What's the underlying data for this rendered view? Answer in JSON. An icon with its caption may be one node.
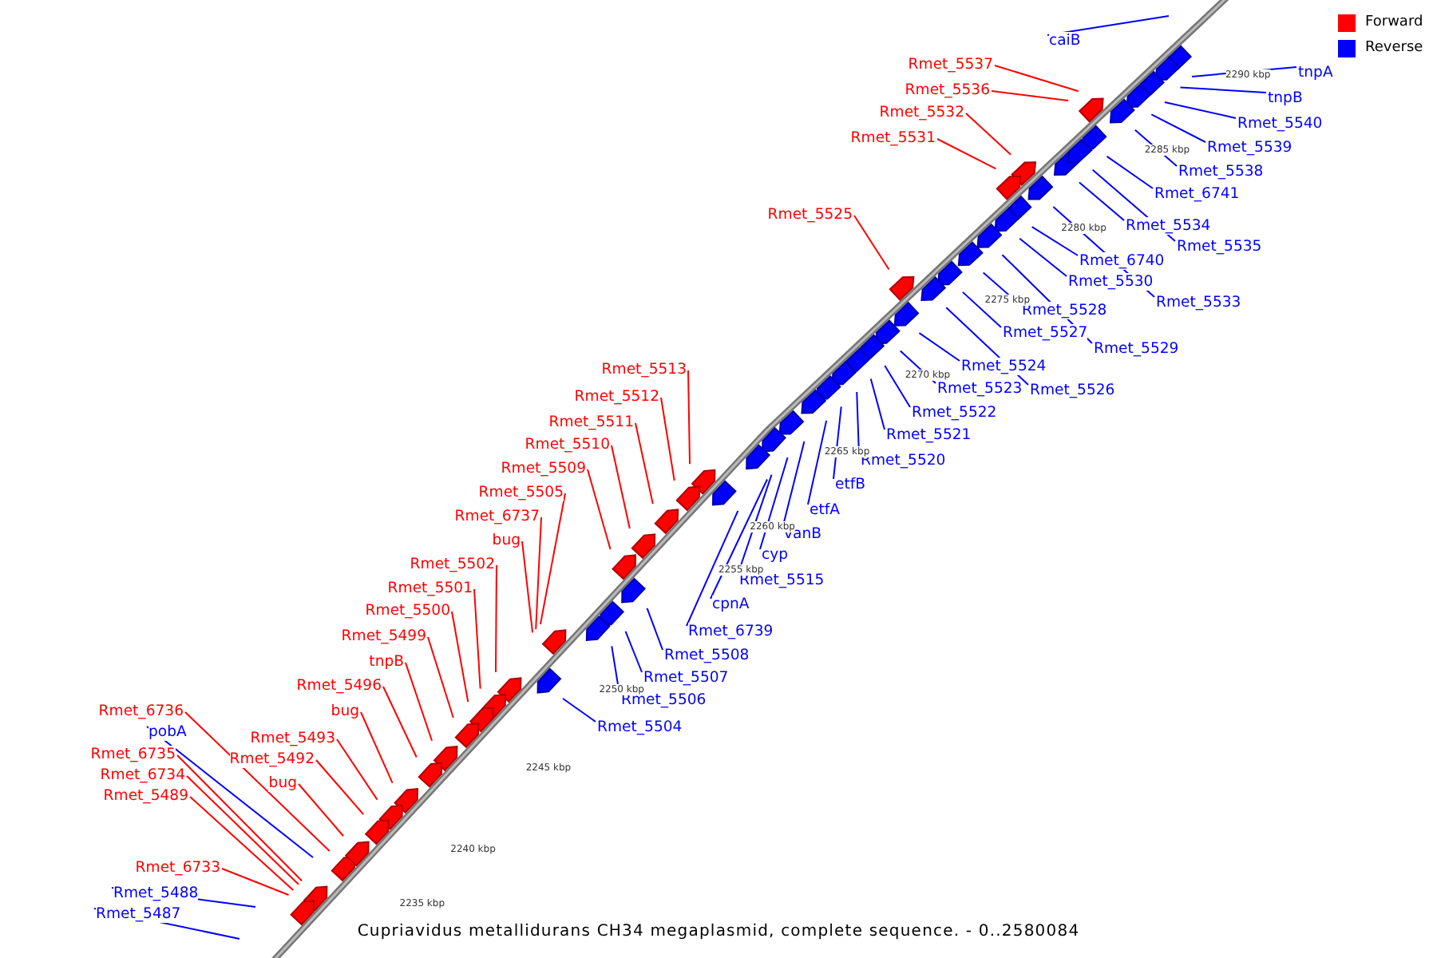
{
  "diagram": {
    "caption": "Cupriavidus metallidurans CH34 megaplasmid, complete sequence. - 0..2580084",
    "nodes": [
      {
        "text": [
          "caiB"
        ]
      },
      {
        "text": [
          "Rmet_5537"
        ]
      },
      {
        "text": [
          "tnpA"
        ]
      },
      {
        "text": [
          "Rmet_5536"
        ]
      },
      {
        "text": [
          "tnpB"
        ]
      },
      {
        "text": [
          "Rmet_5532"
        ]
      },
      {
        "text": [
          "Rmet_5540"
        ]
      },
      {
        "text": [
          "Rmet_5531"
        ]
      },
      {
        "text": [
          "Rmet_5539"
        ]
      },
      {
        "text": [
          "Rmet_5538"
        ]
      },
      {
        "text": [
          "Rmet_6741"
        ]
      },
      {
        "text": [
          "Rmet_5525"
        ]
      },
      {
        "text": [
          "Rmet_5534"
        ]
      },
      {
        "text": [
          "Rmet_5535"
        ]
      },
      {
        "text": [
          "Rmet_6740"
        ]
      },
      {
        "text": [
          "Rmet_5530"
        ]
      },
      {
        "text": [
          "Rmet_5533"
        ]
      },
      {
        "text": [
          "Rmet_5528"
        ]
      },
      {
        "text": [
          "Rmet_5527"
        ]
      },
      {
        "text": [
          "Rmet_5529"
        ]
      },
      {
        "text": [
          "Rmet_5524"
        ]
      },
      {
        "text": [
          "Rmet_5513"
        ]
      },
      {
        "text": [
          "Rmet_5523"
        ]
      },
      {
        "text": [
          "Rmet_5526"
        ]
      },
      {
        "text": [
          "Rmet_5512"
        ]
      },
      {
        "text": [
          "Rmet_5522"
        ]
      },
      {
        "text": [
          "Rmet_5511"
        ]
      },
      {
        "text": [
          "Rmet_5521"
        ]
      },
      {
        "text": [
          "Rmet_5510"
        ]
      },
      {
        "text": [
          "Rmet_5520"
        ]
      },
      {
        "text": [
          "Rmet_5509"
        ]
      },
      {
        "text": [
          "etfB"
        ]
      },
      {
        "text": [
          "Rmet_5505"
        ]
      },
      {
        "text": [
          "etfA"
        ]
      },
      {
        "text": [
          "Rmet_6737"
        ]
      },
      {
        "text": [
          "vanB"
        ]
      },
      {
        "text": [
          "bug"
        ]
      },
      {
        "text": [
          "cyp"
        ]
      },
      {
        "text": [
          "Rmet_5502"
        ]
      },
      {
        "text": [
          "Rmet_5515"
        ]
      },
      {
        "text": [
          "Rmet_5501"
        ]
      },
      {
        "text": [
          "cpnA"
        ]
      },
      {
        "text": [
          "Rmet_5500"
        ]
      },
      {
        "text": [
          "Rmet_6739"
        ]
      },
      {
        "text": [
          "Rmet_5499"
        ]
      },
      {
        "text": [
          "Rmet_5508"
        ]
      },
      {
        "text": [
          "tnpB"
        ]
      },
      {
        "text": [
          "Rmet_5507"
        ]
      },
      {
        "text": [
          "Rmet_5496"
        ]
      },
      {
        "text": [
          "Rmet_5506"
        ]
      },
      {
        "text": [
          "bug"
        ]
      },
      {
        "text": [
          "Rmet_6736"
        ]
      },
      {
        "text": [
          "Rmet_5504"
        ]
      },
      {
        "text": [
          "pobA"
        ]
      },
      {
        "text": [
          "Rmet_5493"
        ]
      },
      {
        "text": [
          "Rmet_6735"
        ]
      },
      {
        "text": [
          "Rmet_5492"
        ]
      },
      {
        "text": [
          "Rmet_6734"
        ]
      },
      {
        "text": [
          "bug"
        ]
      },
      {
        "text": [
          "Rmet_5489"
        ]
      },
      {
        "text": [
          "Rmet_6733"
        ]
      },
      {
        "text": [
          "Rmet_5488"
        ]
      },
      {
        "text": [
          "Rmet_5487"
        ]
      }
    ],
    "edges": [
      {
        "from": 0,
        "to": null,
        "arrow": "none"
      },
      {
        "from": 1,
        "to": null,
        "arrow": "none",
        "color": "#ff0000"
      },
      {
        "from": 2,
        "to": null,
        "arrow": "none"
      },
      {
        "from": 3,
        "to": null,
        "arrow": "none",
        "color": "#ff0000"
      },
      {
        "from": 4,
        "to": null,
        "arrow": "none"
      },
      {
        "from": 5,
        "to": null,
        "arrow": "none",
        "color": "#ff0000"
      },
      {
        "from": 6,
        "to": null,
        "arrow": "none"
      },
      {
        "from": 7,
        "to": null,
        "arrow": "none",
        "color": "#ff0000"
      },
      {
        "from": 8,
        "to": null,
        "arrow": "none"
      },
      {
        "from": 9,
        "to": null,
        "arrow": "none"
      },
      {
        "from": 10,
        "to": null,
        "arrow": "none"
      },
      {
        "from": 11,
        "to": null,
        "arrow": "none",
        "color": "#ff0000"
      },
      {
        "from": 12,
        "to": null,
        "arrow": "none"
      },
      {
        "from": 13,
        "to": null,
        "arrow": "none"
      },
      {
        "from": 14,
        "to": null,
        "arrow": "none"
      },
      {
        "from": 15,
        "to": null,
        "arrow": "none"
      },
      {
        "from": 16,
        "to": null,
        "arrow": "none"
      },
      {
        "from": 17,
        "to": null,
        "arrow": "none"
      },
      {
        "from": 18,
        "to": null,
        "arrow": "none"
      },
      {
        "from": 19,
        "to": null,
        "arrow": "none"
      },
      {
        "from": 20,
        "to": null,
        "arrow": "none"
      },
      {
        "from": 21,
        "to": null,
        "arrow": "none",
        "color": "#ff0000"
      },
      {
        "from": 22,
        "to": null,
        "arrow": "none"
      },
      {
        "from": 23,
        "to": null,
        "arrow": "none"
      },
      {
        "from": 24,
        "to": null,
        "arrow": "none",
        "color": "#ff0000"
      },
      {
        "from": 25,
        "to": null,
        "arrow": "none"
      },
      {
        "from": 26,
        "to": null,
        "arrow": "none",
        "color": "#ff0000"
      },
      {
        "from": 27,
        "to": null,
        "arrow": "none"
      },
      {
        "from": 28,
        "to": null,
        "arrow": "none",
        "color": "#ff0000"
      },
      {
        "from": 29,
        "to": null,
        "arrow": "none"
      },
      {
        "from": 30,
        "to": null,
        "arrow": "none",
        "color": "#ff0000"
      },
      {
        "from": 31,
        "to": null,
        "arrow": "none"
      },
      {
        "from": 32,
        "to": null,
        "arrow": "none",
        "color": "#ff0000"
      },
      {
        "from": 33,
        "to": null,
        "arrow": "none"
      },
      {
        "from": 34,
        "to": null,
        "arrow": "none",
        "color": "#ff0000"
      },
      {
        "from": 35,
        "to": null,
        "arrow": "none"
      },
      {
        "from": 36,
        "to": null,
        "arrow": "none",
        "color": "#ff0000"
      },
      {
        "from": 37,
        "to": null,
        "arrow": "none"
      },
      {
        "from": 38,
        "to": null,
        "arrow": "none",
        "color": "#ff0000"
      },
      {
        "from": 39,
        "to": null,
        "arrow": "none"
      },
      {
        "from": 40,
        "to": null,
        "arrow": "none",
        "color": "#ff0000"
      },
      {
        "from": 41,
        "to": null,
        "arrow": "none"
      },
      {
        "from": 42,
        "to": null,
        "arrow": "none",
        "color": "#ff0000"
      },
      {
        "from": 43,
        "to": null,
        "arrow": "none"
      },
      {
        "from": 44,
        "to": null,
        "arrow": "none",
        "color": "#ff0000"
      },
      {
        "from": 45,
        "to": null,
        "arrow": "none"
      },
      {
        "from": 46,
        "to": null,
        "arrow": "none",
        "color": "#ff0000"
      },
      {
        "from": 47,
        "to": null,
        "arrow": "none"
      },
      {
        "from": 48,
        "to": null,
        "arrow": "none",
        "color": "#ff0000"
      },
      {
        "from": 49,
        "to": null,
        "arrow": "none"
      },
      {
        "from": 50,
        "to": null,
        "arrow": "none",
        "color": "#ff0000"
      },
      {
        "from": 51,
        "to": null,
        "arrow": "none",
        "color": "#ff0000"
      },
      {
        "from": 52,
        "to": null,
        "arrow": "none"
      },
      {
        "from": 53,
        "to": null,
        "arrow": "none"
      },
      {
        "from": 54,
        "to": null,
        "arrow": "none",
        "color": "#ff0000"
      },
      {
        "from": 55,
        "to": null,
        "arrow": "none",
        "color": "#ff0000"
      },
      {
        "from": 56,
        "to": null,
        "arrow": "none",
        "color": "#ff0000"
      },
      {
        "from": 57,
        "to": null,
        "arrow": "none",
        "color": "#ff0000"
      },
      {
        "from": 58,
        "to": null,
        "arrow": "none",
        "color": "#ff0000"
      },
      {
        "from": 59,
        "to": null,
        "arrow": "none",
        "color": "#ff0000"
      },
      {
        "from": 60,
        "to": null,
        "arrow": "none",
        "color": "#ff0000"
      },
      {
        "from": 61,
        "to": null,
        "arrow": "none"
      },
      {
        "from": 62,
        "to": null,
        "arrow": "none"
      }
    ],
    "labels": [
      "2235 kbp",
      "2240 kbp",
      "2245 kbp",
      "2250 kbp",
      "2255 kbp",
      "2260 kbp",
      "2265 kbp",
      "2270 kbp",
      "2275 kbp",
      "2280 kbp",
      "2285 kbp",
      "2290 kbp"
    ],
    "legend": [
      {
        "text": "Forward",
        "color": "#ff0000"
      },
      {
        "text": "Reverse",
        "color": "#0000ff"
      }
    ]
  }
}
